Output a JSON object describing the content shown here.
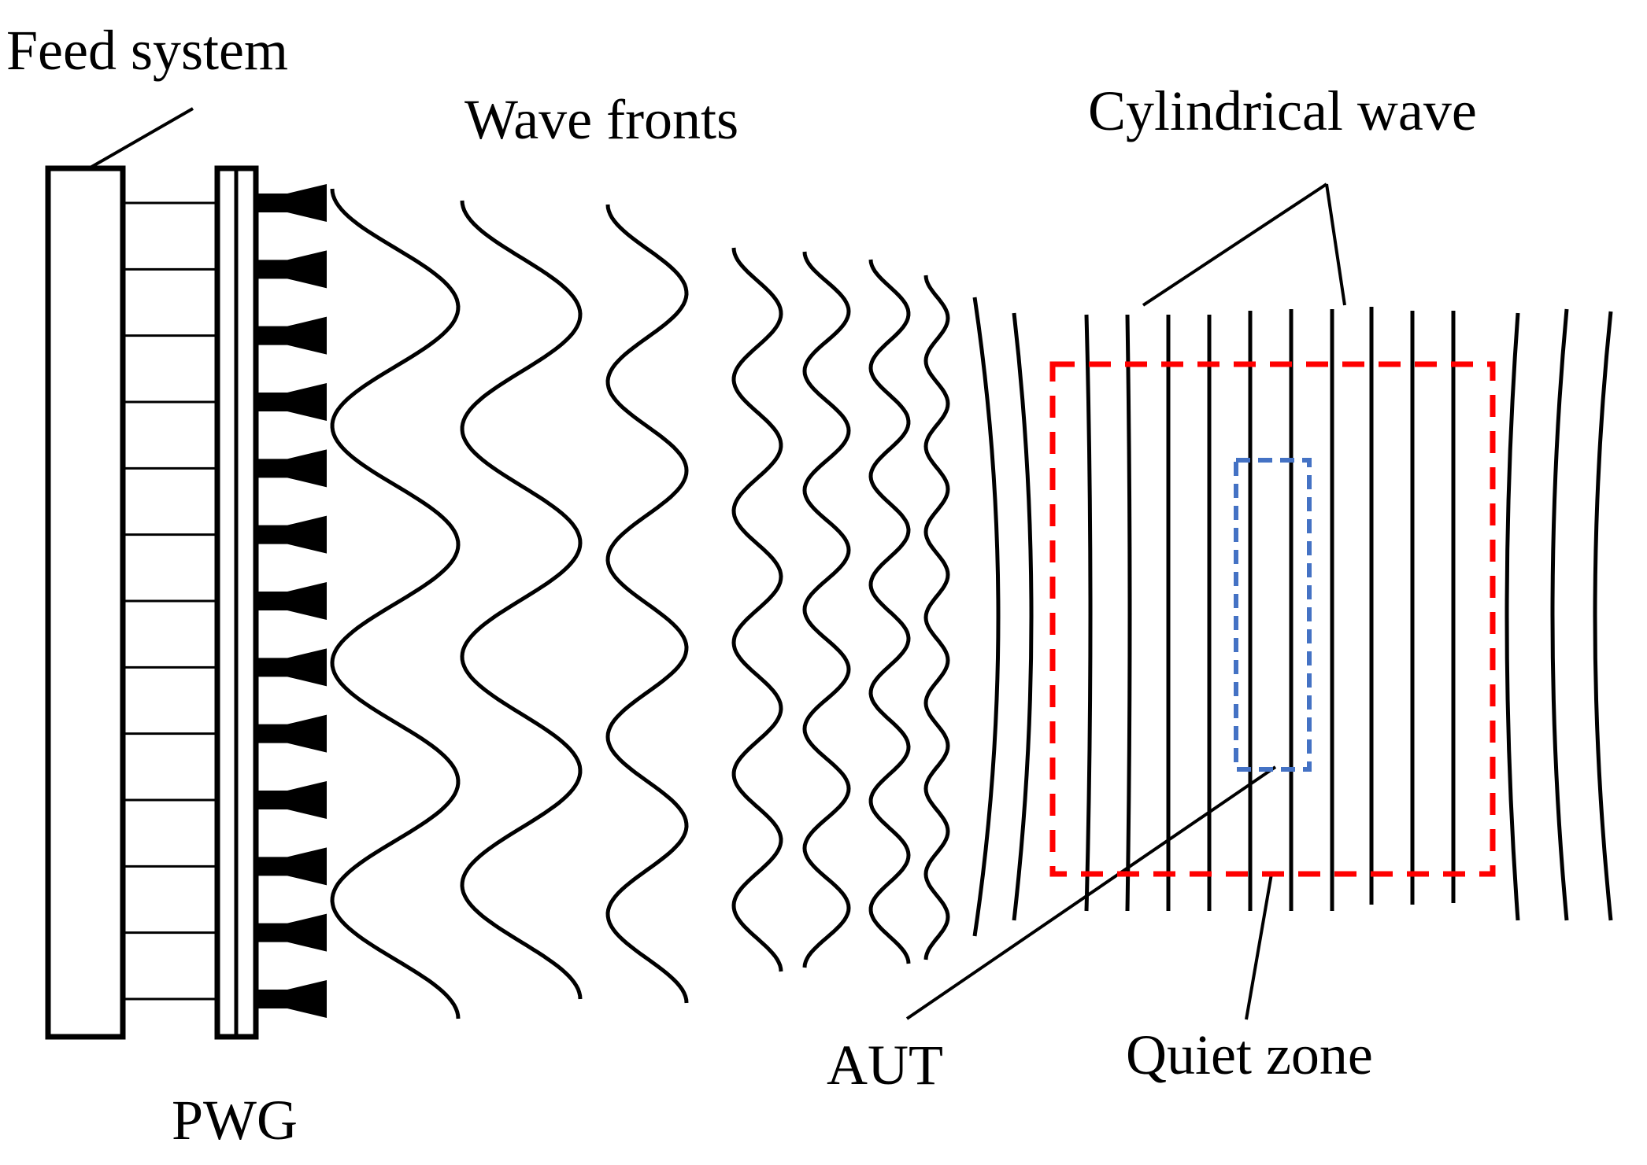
{
  "labels": {
    "feed_system": "Feed system",
    "wave_fronts": "Wave fronts",
    "cylindrical_wave": "Cylindrical wave",
    "pwg": "PWG",
    "aut": "AUT",
    "quiet_zone": "Quiet zone"
  },
  "counts": {
    "feed_lines": 13,
    "horns": 13
  },
  "colors": {
    "ink": "#000000",
    "aut_box": "#ff0000",
    "quiet_zone_box": "#4472c4",
    "background": "#ffffff"
  }
}
